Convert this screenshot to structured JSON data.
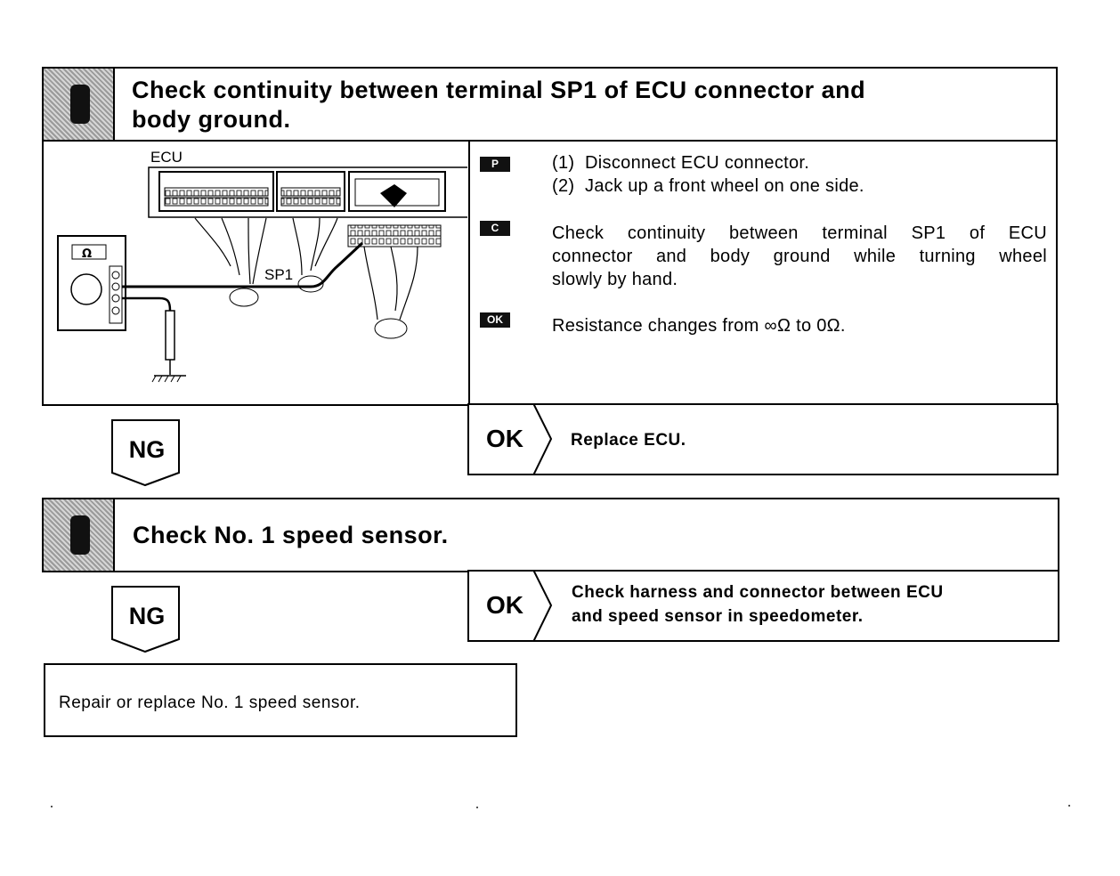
{
  "step1": {
    "title_line1": "Check continuity between terminal SP1 of ECU connector and",
    "title_line2": "body ground.",
    "diagram": {
      "ecu_label": "ECU",
      "sp1_label": "SP1",
      "meter_symbol": "Ω"
    },
    "tags": {
      "prep": "P",
      "check": "C",
      "ok": "OK"
    },
    "prep_lines": [
      "(1)  Disconnect ECU connector.",
      "(2)  Jack up a front wheel on one side."
    ],
    "check_lines": [
      "Check continuity between terminal SP1 of ECU",
      "connector and body ground while turning wheel",
      "slowly by hand."
    ],
    "ok_line": "Resistance changes from ∞Ω to 0Ω.",
    "ng_label": "NG",
    "ok_label": "OK",
    "ok_result": "Replace ECU."
  },
  "step2": {
    "title": "Check No. 1 speed sensor.",
    "ng_label": "NG",
    "ok_label": "OK",
    "ok_result_line1": "Check harness and connector between ECU",
    "ok_result_line2": "and speed sensor in speedometer."
  },
  "final_box": {
    "text": "Repair or replace No. 1 speed sensor."
  }
}
